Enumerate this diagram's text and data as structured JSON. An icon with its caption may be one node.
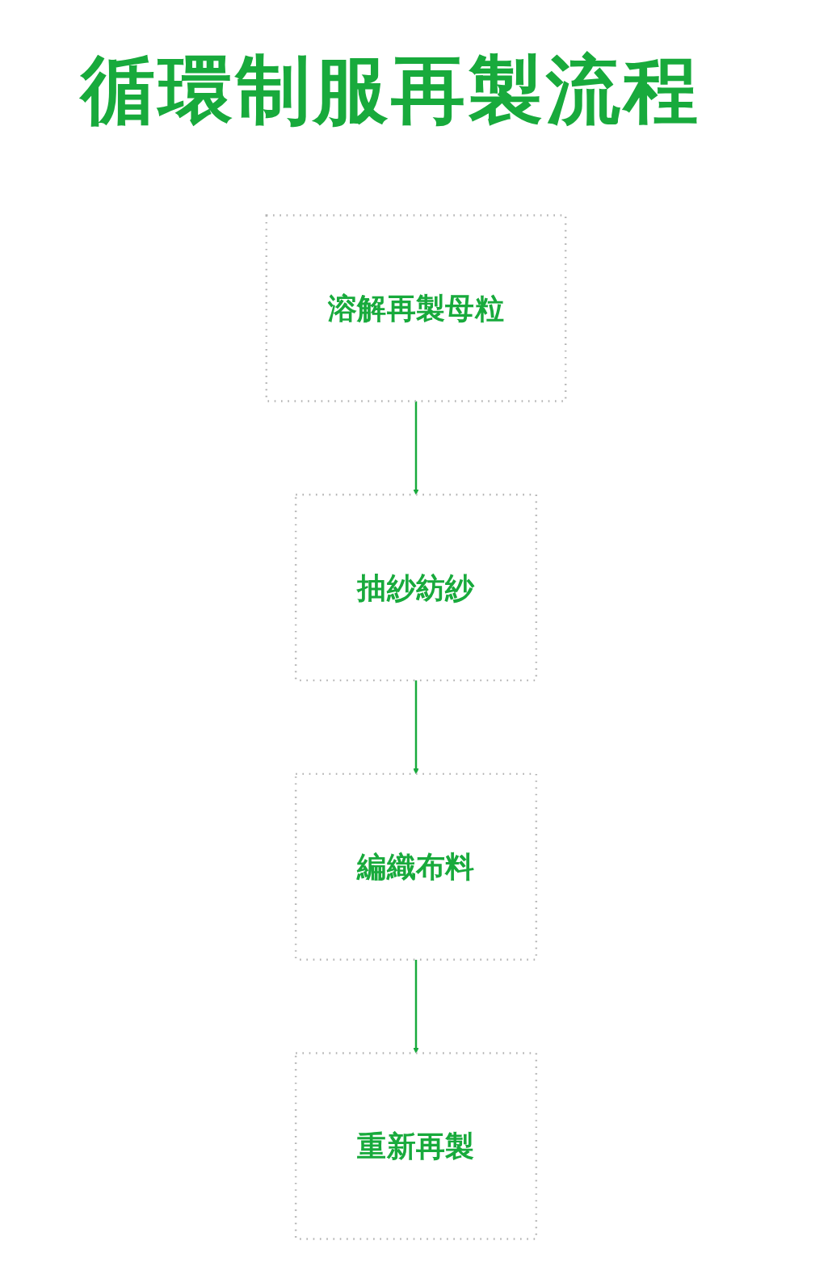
{
  "diagram": {
    "title": "循環制服再製流程",
    "nodes": [
      {
        "text": [
          "溶解再製母粒"
        ]
      },
      {
        "text": [
          "抽紗紡紗"
        ]
      },
      {
        "text": [
          "編織布料"
        ]
      },
      {
        "text": [
          "重新再製"
        ]
      }
    ],
    "edges": [
      {
        "from": 0,
        "to": 1,
        "arrow": "to"
      },
      {
        "from": 1,
        "to": 2,
        "arrow": "to"
      },
      {
        "from": 2,
        "to": 3,
        "arrow": "to"
      }
    ]
  }
}
